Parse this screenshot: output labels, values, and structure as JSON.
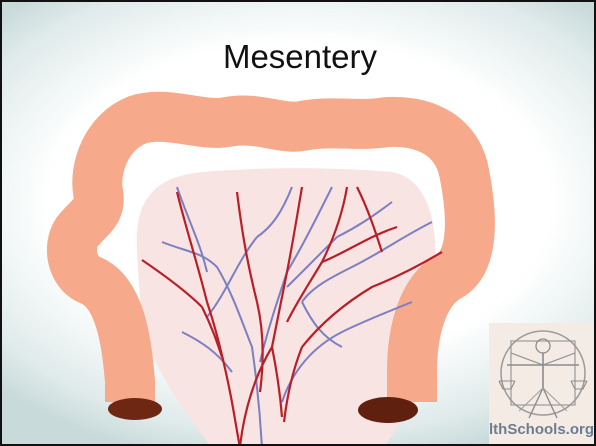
{
  "slide": {
    "title": "Mesentery",
    "watermark": "lthSchools.org"
  },
  "colors": {
    "intestine": "#f6a98b",
    "mesentery": "#f8e4e2",
    "artery": "#b81f28",
    "vein": "#7c7fc2",
    "lumen": "#6e2712"
  },
  "icons": {
    "logo": "vitruvian-man-logo"
  }
}
